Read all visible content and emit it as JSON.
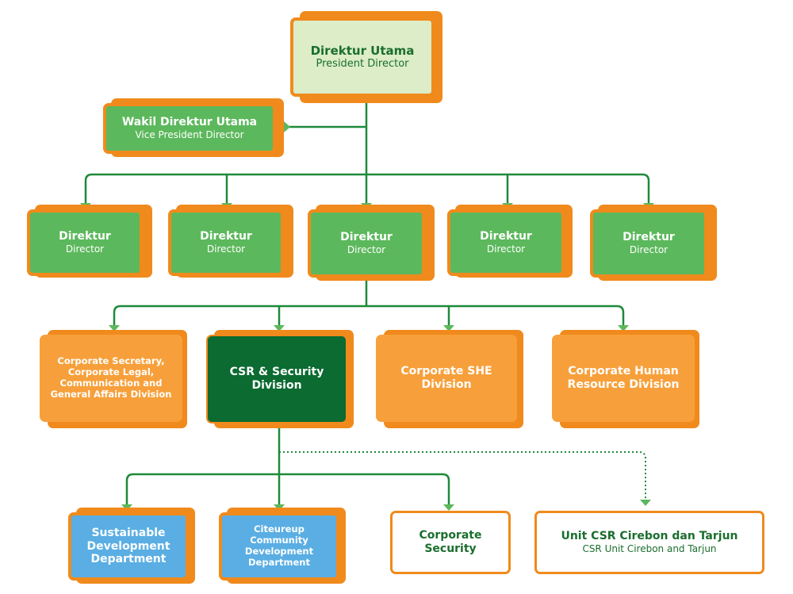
{
  "president": {
    "title": "Direktur Utama",
    "subtitle": "President Director"
  },
  "vice_president": {
    "title": "Wakil Direktur Utama",
    "subtitle": "Vice President Director"
  },
  "directors": [
    {
      "title": "Direktur",
      "subtitle": "Director"
    },
    {
      "title": "Direktur",
      "subtitle": "Director"
    },
    {
      "title": "Direktur",
      "subtitle": "Director"
    },
    {
      "title": "Direktur",
      "subtitle": "Director"
    },
    {
      "title": "Direktur",
      "subtitle": "Director"
    }
  ],
  "divisions": [
    {
      "title": "Corporate Secretary, Corporate Legal, Communication and General Affairs Division"
    },
    {
      "title": "CSR & Security Division"
    },
    {
      "title": "Corporate SHE Division"
    },
    {
      "title": "Corporate Human Resource Division"
    }
  ],
  "departments": [
    {
      "title": "Sustainable Development Department"
    },
    {
      "title": "Citeureup Community Development Department"
    },
    {
      "title": "Corporate Security"
    },
    {
      "title": "Unit CSR Cirebon dan Tarjun",
      "subtitle": "CSR Unit Cirebon and Tarjun"
    }
  ],
  "colors": {
    "line": "#1e8a3a",
    "orange_border": "#f08a1c",
    "director_green": "#5cb85c",
    "president_fill": "#dcedc8",
    "division_orange": "#f7a03b",
    "csr_dark_green": "#0b6b31",
    "department_blue": "#5aaee3"
  }
}
